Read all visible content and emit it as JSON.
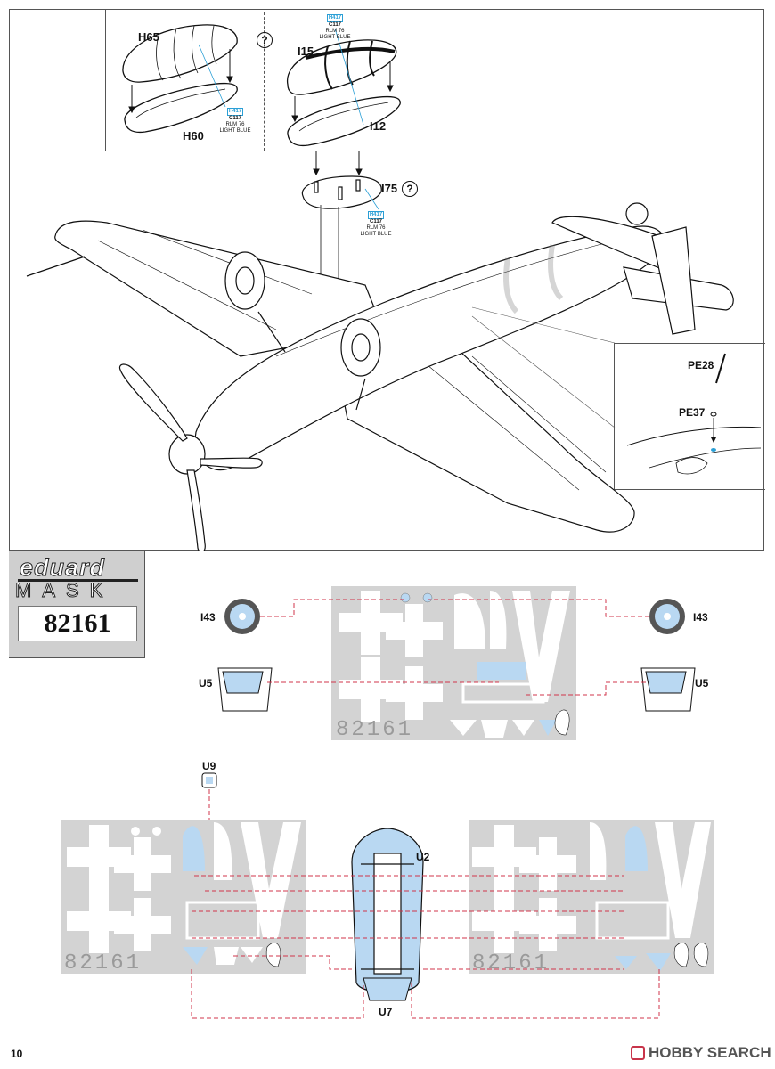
{
  "page_number": "10",
  "watermark": "HOBBY SEARCH",
  "paint_callout": {
    "hcode": "H417",
    "ccode": "C117",
    "name1": "RLM 76",
    "name2": "LIGHT BLUE"
  },
  "top_parts": {
    "h65": "H65",
    "h60": "H60",
    "i15": "I15",
    "i12": "I12",
    "i75": "I75",
    "question": "?"
  },
  "detail": {
    "pe28": "PE28",
    "pe37": "PE37"
  },
  "logo": {
    "brand": "eduard",
    "product": "MASK",
    "kit_number": "82161"
  },
  "masks": {
    "i43_left": "I43",
    "i43_right": "I43",
    "u5_left": "U5",
    "u5_right": "U5",
    "u9": "U9",
    "u2": "U2",
    "u7": "U7",
    "sheet_number": "82161"
  },
  "colors": {
    "mask_blue": "#b9d8f2",
    "mask_grey": "#d3d3d3",
    "dash_red": "#d0344b",
    "leader_cyan": "#2a9fd6"
  }
}
